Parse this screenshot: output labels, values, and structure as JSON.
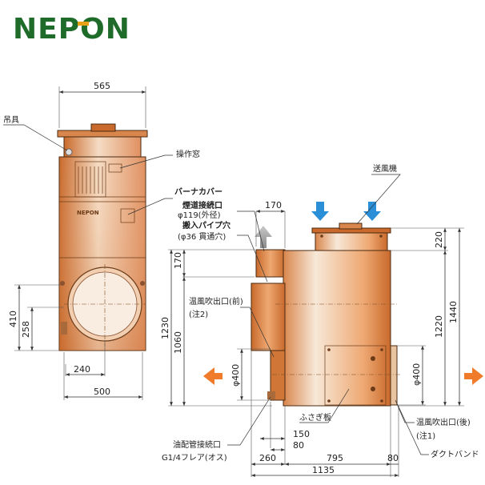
{
  "brand": {
    "logo_text": "NEPON",
    "logo_color": "#1e6b2a",
    "logo_accent": "#e8a117"
  },
  "colors": {
    "body_light": "#f7e8d8",
    "body_mid": "#eea872",
    "body_dark": "#c96a2c",
    "arrow_blue": "#2b8fd8",
    "arrow_orange": "#f07b2a",
    "arrow_gray": "#a8a8a8"
  },
  "front_view": {
    "dimensions": {
      "top_width": "565",
      "bottom_width": "500",
      "inner_width": "240",
      "height_410": "410",
      "height_258": "258"
    },
    "labels": {
      "hanger": "吊具",
      "operation_window": "操作窓",
      "burner_cover": "バーナカバー",
      "plate_brand": "NEPON"
    }
  },
  "side_view": {
    "dimensions": {
      "d170_top": "170",
      "d220": "220",
      "d1440": "1440",
      "d1220": "1220",
      "d170_left": "170",
      "d1230": "1230",
      "d1060": "1060",
      "dia400_left": "φ400",
      "dia400_right": "φ400",
      "d150": "150",
      "d80_lower": "80",
      "d260": "260",
      "d795": "795",
      "d80_right": "80",
      "d1135": "1135"
    },
    "labels": {
      "blower": "送風機",
      "flue_connection": "煙道接続口",
      "flue_dia": "φ119(外径)",
      "carry_pipe": "搬入パイプ穴",
      "carry_pipe_dia": "(φ36 貫通穴)",
      "outlet_front": "温風吹出口(前)",
      "note2": "(注2)",
      "outlet_rear": "温風吹出口(後)",
      "note1": "(注1)",
      "cover_plate": "ふさぎ板",
      "oil_pipe": "油配管接続口",
      "oil_spec": "G1/4フレア(オス)",
      "duct_band": "ダクトバンド"
    }
  }
}
